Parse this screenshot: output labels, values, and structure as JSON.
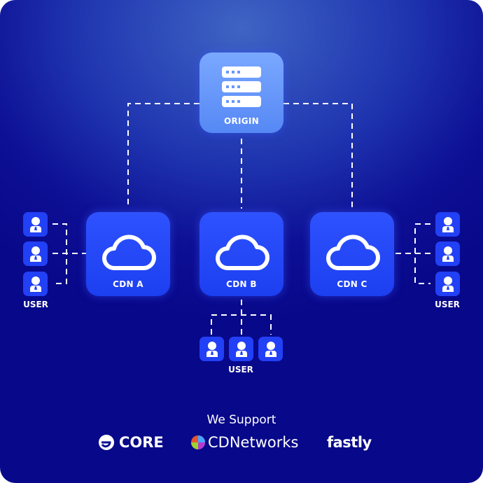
{
  "origin": {
    "label": "ORIGIN",
    "icon": "server-rack-icon"
  },
  "cdns": [
    {
      "label": "CDN A"
    },
    {
      "label": "CDN B"
    },
    {
      "label": "CDN C"
    }
  ],
  "user_label": "USER",
  "footer": {
    "title": "We Support",
    "logos": [
      "CORE",
      "CDNetworks",
      "fastly"
    ]
  },
  "colors": {
    "box": "#2340f5",
    "origin": "#6a98fa",
    "background": "#0d0f94"
  }
}
